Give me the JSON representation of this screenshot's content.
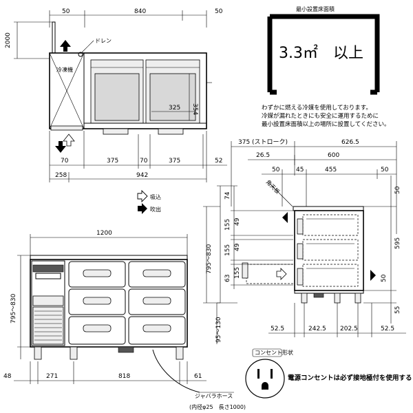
{
  "top_view": {
    "dims_top": [
      "50",
      "840",
      "50"
    ],
    "dim_height_left": "2000",
    "label_drain": "ドレン",
    "label_unit": "冷凍機",
    "dim_354": "354",
    "dim_325": "325",
    "dims_bottom1": [
      "70",
      "375",
      "70",
      "375",
      "52"
    ],
    "dims_bottom2": [
      "258",
      "942"
    ]
  },
  "airflow_legend": {
    "intake": "吸込",
    "exhaust": "吹出"
  },
  "min_area": {
    "title": "最小設置床面積",
    "value": "3.3㎡　以上",
    "note_lines": [
      "わずかに燃える冷媒を使用しております。",
      "冷媒が漏れたときにも安全に運用するために",
      "最小設置床面積以上の場所に設置してください。"
    ]
  },
  "front_view": {
    "width": "1200",
    "dim_height": "795～830",
    "dim_leg": "95～130",
    "dims_bottom": [
      "48",
      "271",
      "818",
      "61"
    ],
    "hose_label": "ジャバラホース",
    "hose_spec": "(内径φ25　長さ1000)"
  },
  "side_view": {
    "stroke": "375 (ストローク)",
    "depth_total": "626.5",
    "offset_front": "26.5",
    "depth_600": "600",
    "dims_row3": [
      "50",
      "45",
      "455",
      "50"
    ],
    "label_corner": "角天板",
    "dims_left": [
      "74",
      "155",
      "49",
      "155",
      "49",
      "155",
      "63"
    ],
    "dims_right": [
      "50",
      "595",
      "50",
      "55"
    ],
    "dims_bottom": [
      "52.5",
      "242.5",
      "202.5",
      "52.5"
    ]
  },
  "outlet": {
    "label": "コンセント形状",
    "note": "電源コンセントは必ず接地極付を使用すること"
  }
}
